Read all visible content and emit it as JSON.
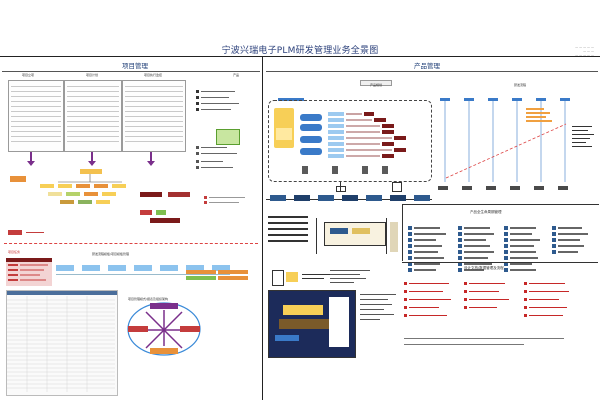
{
  "header": {
    "title": "宁波兴瑞电子PLM研发管理业务全景图",
    "top_right_lines": [
      "— — — — —",
      "— — —",
      "— — — — —"
    ]
  },
  "sections": {
    "left_title": "项目管理",
    "right_title": "产品管理"
  },
  "left": {
    "doc_headers": [
      "项目立项",
      "项目计划",
      "项目执行监控"
    ],
    "tab_label": "产品",
    "bottom_caption": "项目管理模式/报表及组织架构",
    "red_table_label": "项目任务",
    "legend_label": "研发流程模板/项目模板管理"
  },
  "right": {
    "panel_caption_left": "产品规划",
    "panel_caption_right": "研发流程",
    "mid_caption": "产品全生命周期管理",
    "lower_caption": "设计文档/数据管理及流程"
  },
  "colors": {
    "title": "#2a3f7a",
    "purple_arrow": "#7a2f8b",
    "accent_orange": "#e8913a",
    "accent_red": "#c43c3c"
  }
}
